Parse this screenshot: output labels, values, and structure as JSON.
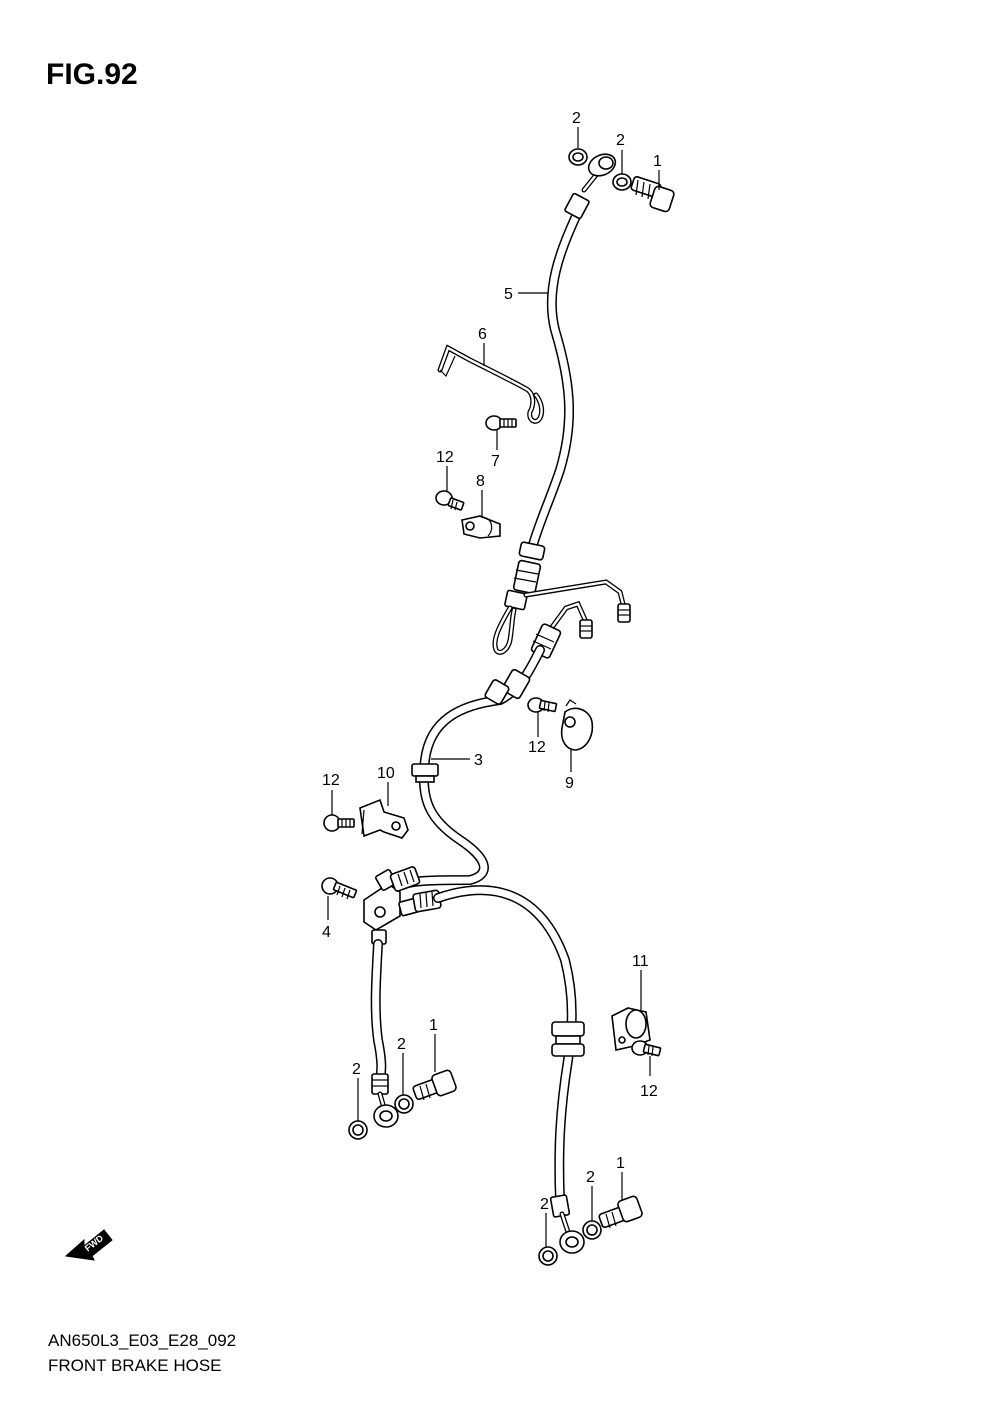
{
  "figure": {
    "title": "FIG.92",
    "model_code": "AN650L3_E03_E28_092",
    "caption": "FRONT BRAKE HOSE"
  },
  "fwd_badge": {
    "label": "FWD"
  },
  "callouts": [
    {
      "id": "c2-a",
      "text": "2"
    },
    {
      "id": "c2-b",
      "text": "2"
    },
    {
      "id": "c1-a",
      "text": "1"
    },
    {
      "id": "c5",
      "text": "5"
    },
    {
      "id": "c6",
      "text": "6"
    },
    {
      "id": "c7",
      "text": "7"
    },
    {
      "id": "c12-a",
      "text": "12"
    },
    {
      "id": "c8",
      "text": "8"
    },
    {
      "id": "c3",
      "text": "3"
    },
    {
      "id": "c12-b",
      "text": "12"
    },
    {
      "id": "c9",
      "text": "9"
    },
    {
      "id": "c12-c",
      "text": "12"
    },
    {
      "id": "c10",
      "text": "10"
    },
    {
      "id": "c4",
      "text": "4"
    },
    {
      "id": "c11",
      "text": "11"
    },
    {
      "id": "c1-b",
      "text": "1"
    },
    {
      "id": "c2-c",
      "text": "2"
    },
    {
      "id": "c2-d",
      "text": "2"
    },
    {
      "id": "c12-d",
      "text": "12"
    },
    {
      "id": "c1-c",
      "text": "1"
    },
    {
      "id": "c2-e",
      "text": "2"
    },
    {
      "id": "c2-f",
      "text": "2"
    }
  ]
}
